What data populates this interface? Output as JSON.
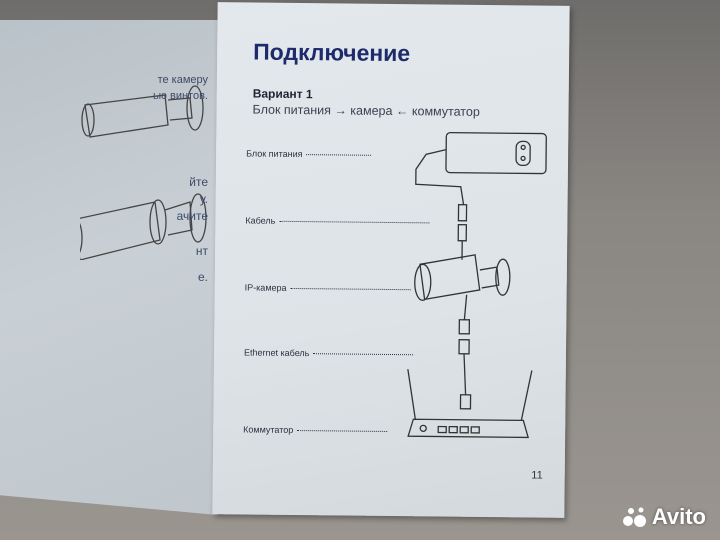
{
  "left_page": {
    "fragments": [
      "те камеру",
      "ью винтов.",
      "йте",
      "у.",
      "ачите",
      "нт",
      "е."
    ]
  },
  "right_page": {
    "title": "Подключение",
    "variant": "Вариант 1",
    "flow": "Блок питания → камера ← коммутатор",
    "labels": [
      "Блок питания",
      "Кабель",
      "IP-камера",
      "Ethernet кабель",
      "Коммутатор"
    ],
    "page_number": "11"
  },
  "watermark": {
    "text": "Avito"
  }
}
